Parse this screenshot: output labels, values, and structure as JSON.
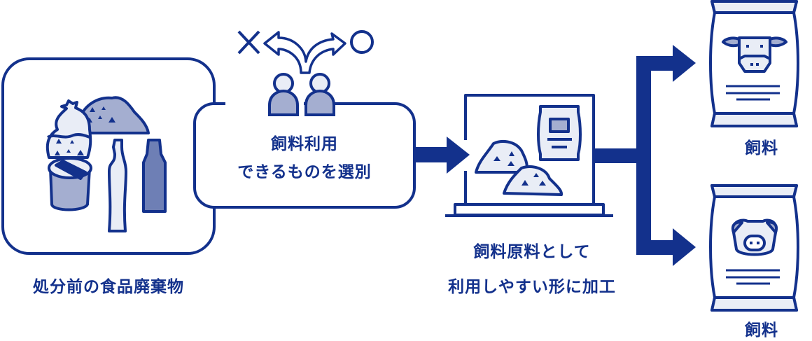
{
  "colors": {
    "primary": "#13318c",
    "light": "#e9edf6",
    "mid": "#a4aed0",
    "dark_mid": "#6e7fb5"
  },
  "labels": {
    "waste": "処分前の食品廃棄物",
    "select_line1": "飼料利用",
    "select_line2": "できるものを選別",
    "process_line1": "飼料原料として",
    "process_line2": "利用しやすい形に加工",
    "feed_cattle": "飼料",
    "feed_pig": "飼料"
  },
  "icons": [
    "food-waste-icon",
    "people-icon",
    "cross-icon",
    "circle-icon",
    "fork-arrow-icon",
    "processing-machine-icon",
    "cattle-feed-bag-icon",
    "pig-feed-bag-icon"
  ]
}
